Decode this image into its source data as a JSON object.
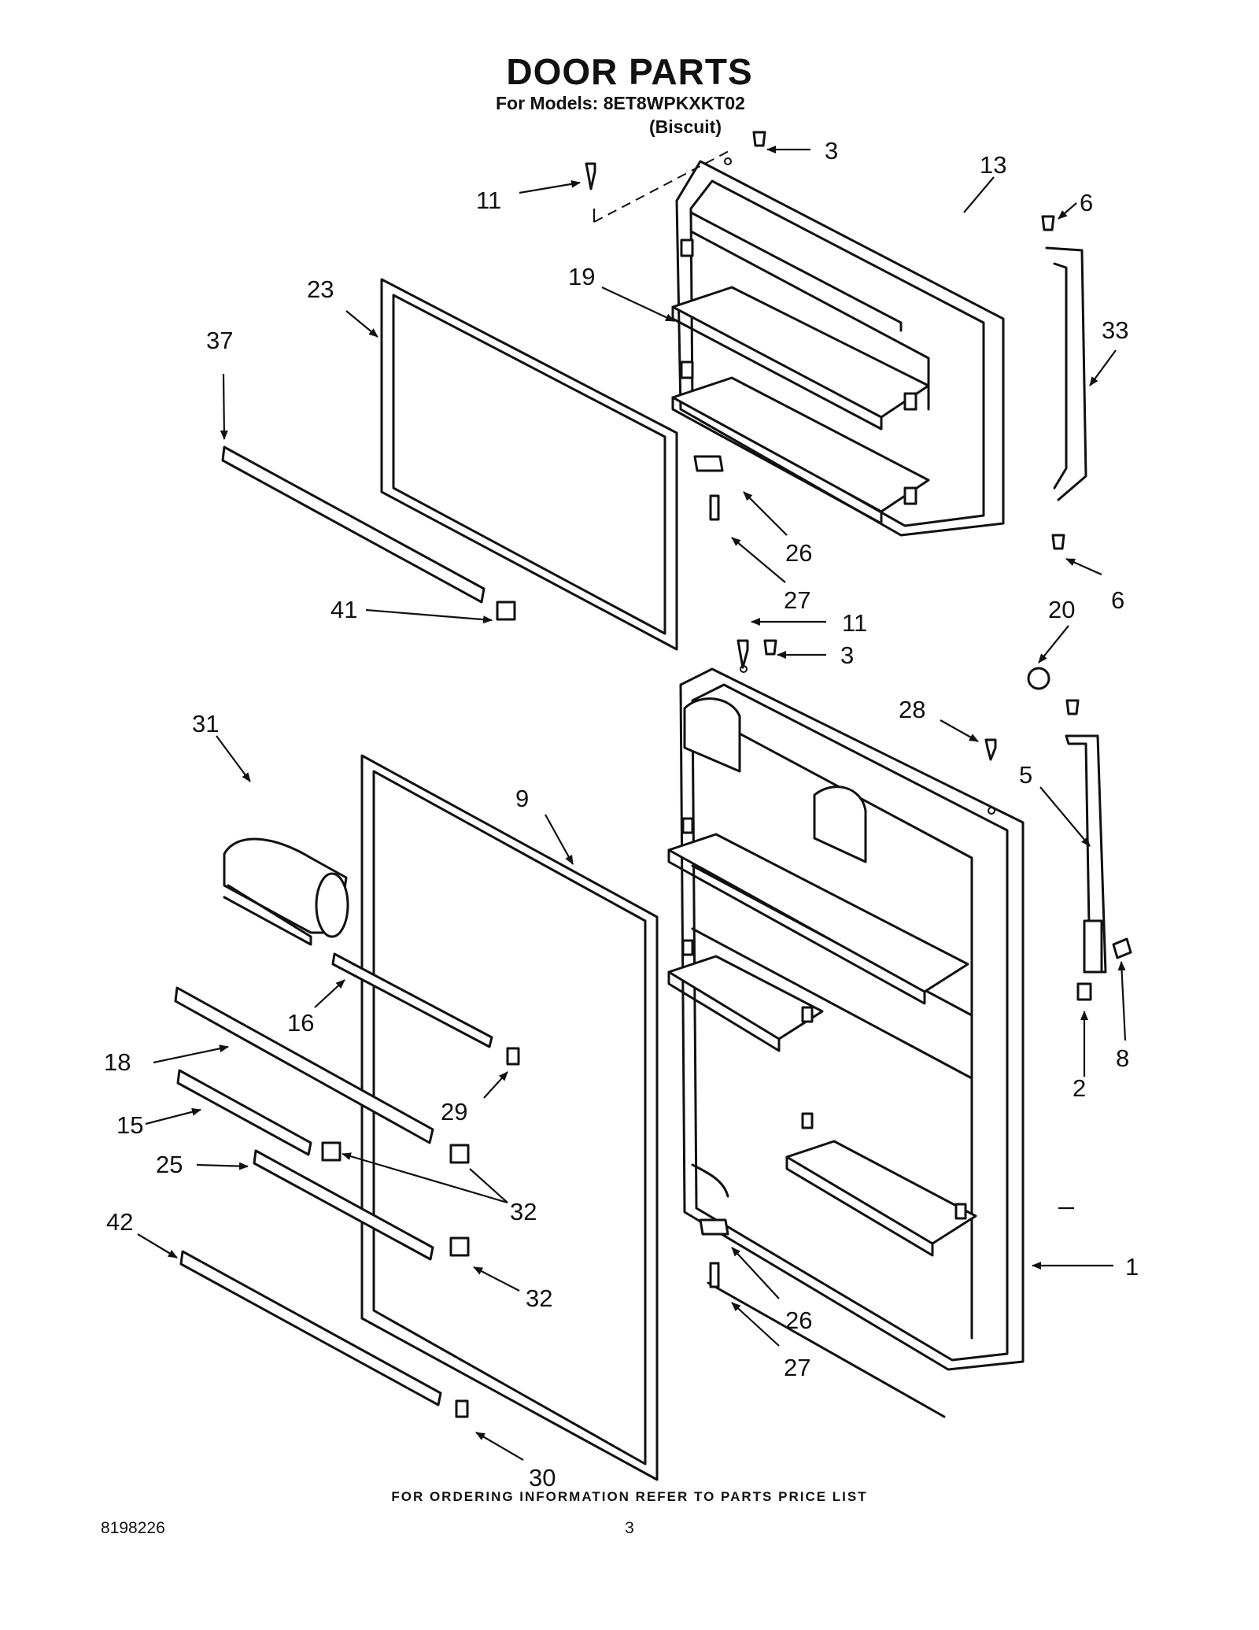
{
  "title": "DOOR PARTS",
  "models_line": "For Models: 8ET8WPKXKT02",
  "color_line": "(Biscuit)",
  "footer_note": "FOR ORDERING INFORMATION REFER TO PARTS PRICE LIST",
  "document_number": "8198226",
  "page_number": "3",
  "callouts": [
    "3",
    "13",
    "11",
    "6",
    "19",
    "23",
    "33",
    "37",
    "26",
    "27",
    "6",
    "41",
    "11",
    "20",
    "3",
    "31",
    "28",
    "9",
    "5",
    "16",
    "18",
    "29",
    "8",
    "2",
    "15",
    "25",
    "32",
    "1",
    "42",
    "32",
    "26",
    "27",
    "30"
  ]
}
